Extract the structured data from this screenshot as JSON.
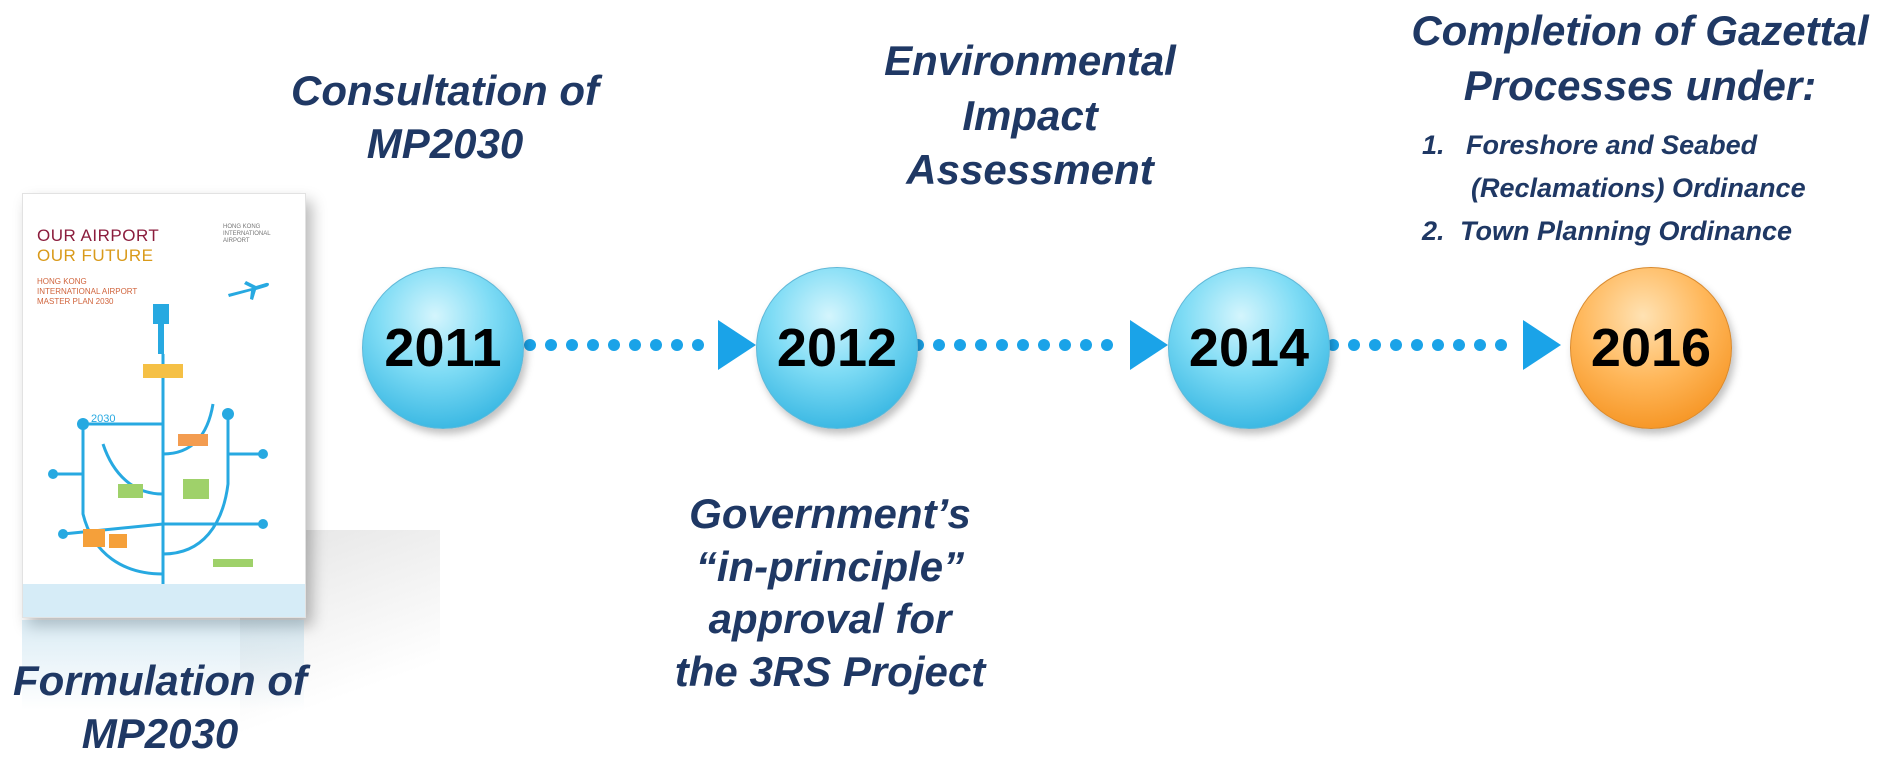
{
  "brochure": {
    "title_line1": "OUR AIRPORT",
    "title_line2": "OUR FUTURE",
    "subtitle": "HONG KONG INTERNATIONAL AIRPORT MASTER PLAN 2030",
    "year_label": "2030",
    "logo_text": "HONG KONG INTERNATIONAL AIRPORT"
  },
  "caption_formulation": {
    "line1": "Formulation of",
    "line2": "MP2030"
  },
  "milestones": [
    {
      "year": "2011",
      "color": "#5fd0f0",
      "label_lines": [
        "Consultation of",
        "MP2030"
      ]
    },
    {
      "year": "2012",
      "color": "#5fd0f0",
      "label_lines": [
        "Government’s",
        "“in-principle”",
        "approval for",
        "the 3RS Project"
      ]
    },
    {
      "year": "2014",
      "color": "#5fd0f0",
      "label_lines": [
        "Environmental",
        "Impact",
        "Assessment"
      ]
    },
    {
      "year": "2016",
      "color": "#ff9f2e",
      "label_lines": [
        "Completion of Gazettal",
        "Processes under:"
      ],
      "list": [
        {
          "num": "1.",
          "text": "Foreshore and Seabed",
          "text2": "(Reclamations) Ordinance"
        },
        {
          "num": "2.",
          "text": "Town Planning Ordinance"
        }
      ]
    }
  ],
  "colors": {
    "text": "#1f3864",
    "connector": "#1aa3e8",
    "node_blue": "#5fd0f0",
    "node_orange": "#ff9f2e"
  }
}
